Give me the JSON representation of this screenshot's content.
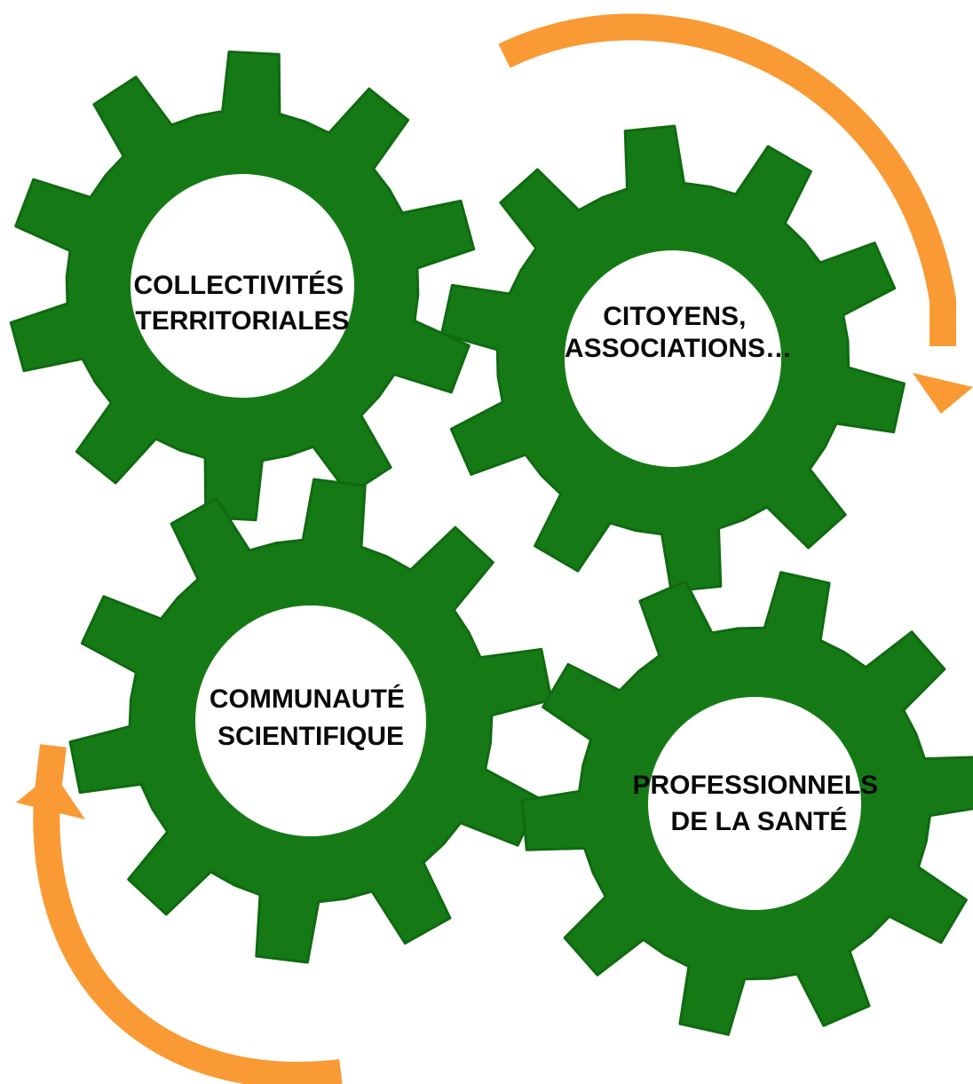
{
  "colors": {
    "gear": "#157a15",
    "gear_edge": "#0f6a10",
    "hole": "#ffffff",
    "arrow": "#f99a34",
    "text": "#0a0a0a"
  },
  "gears": [
    {
      "name": "gear-collectivites",
      "lines": [
        "COLLECTIVITÉS",
        "TERRITORIALES"
      ]
    },
    {
      "name": "gear-citoyens",
      "lines": [
        "CITOYENS,",
        "ASSOCIATIONS…"
      ]
    },
    {
      "name": "gear-communaute",
      "lines": [
        "COMMUNAUTÉ",
        "SCIENTIFIQUE"
      ]
    },
    {
      "name": "gear-professionnels",
      "lines": [
        "PROFESSIONNELS",
        "DE LA SANTÉ"
      ]
    }
  ],
  "arrows": [
    {
      "name": "arrow-clockwise-top-right",
      "direction": "clockwise"
    },
    {
      "name": "arrow-clockwise-bottom-left",
      "direction": "clockwise"
    }
  ]
}
